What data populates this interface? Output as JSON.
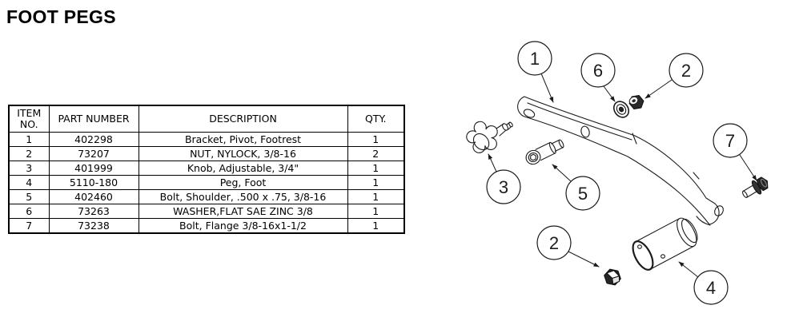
{
  "title": "FOOT PEGS",
  "table": {
    "headers": [
      "ITEM NO.",
      "PART NUMBER",
      "DESCRIPTION",
      "QTY."
    ],
    "rows": [
      {
        "item": "1",
        "part": "402298",
        "desc": "Bracket, Pivot, Footrest",
        "qty": "1"
      },
      {
        "item": "2",
        "part": "73207",
        "desc": "NUT, NYLOCK, 3/8-16",
        "qty": "2"
      },
      {
        "item": "3",
        "part": "401999",
        "desc": "Knob, Adjustable, 3/4\"",
        "qty": "1"
      },
      {
        "item": "4",
        "part": "5110-180",
        "desc": "Peg, Foot",
        "qty": "1"
      },
      {
        "item": "5",
        "part": "402460",
        "desc": "Bolt, Shoulder, .500 x .75, 3/8-16",
        "qty": "1"
      },
      {
        "item": "6",
        "part": "73263",
        "desc": "WASHER,FLAT SAE ZINC 3/8",
        "qty": "1"
      },
      {
        "item": "7",
        "part": "73238",
        "desc": "Bolt, Flange 3/8-16x1-1/2",
        "qty": "1"
      }
    ]
  },
  "diagram": {
    "ink_color": "#1b1b1b",
    "callouts": [
      {
        "label": "1"
      },
      {
        "label": "6"
      },
      {
        "label": "2"
      },
      {
        "label": "7"
      },
      {
        "label": "3"
      },
      {
        "label": "5"
      },
      {
        "label": "2"
      },
      {
        "label": "4"
      }
    ]
  }
}
